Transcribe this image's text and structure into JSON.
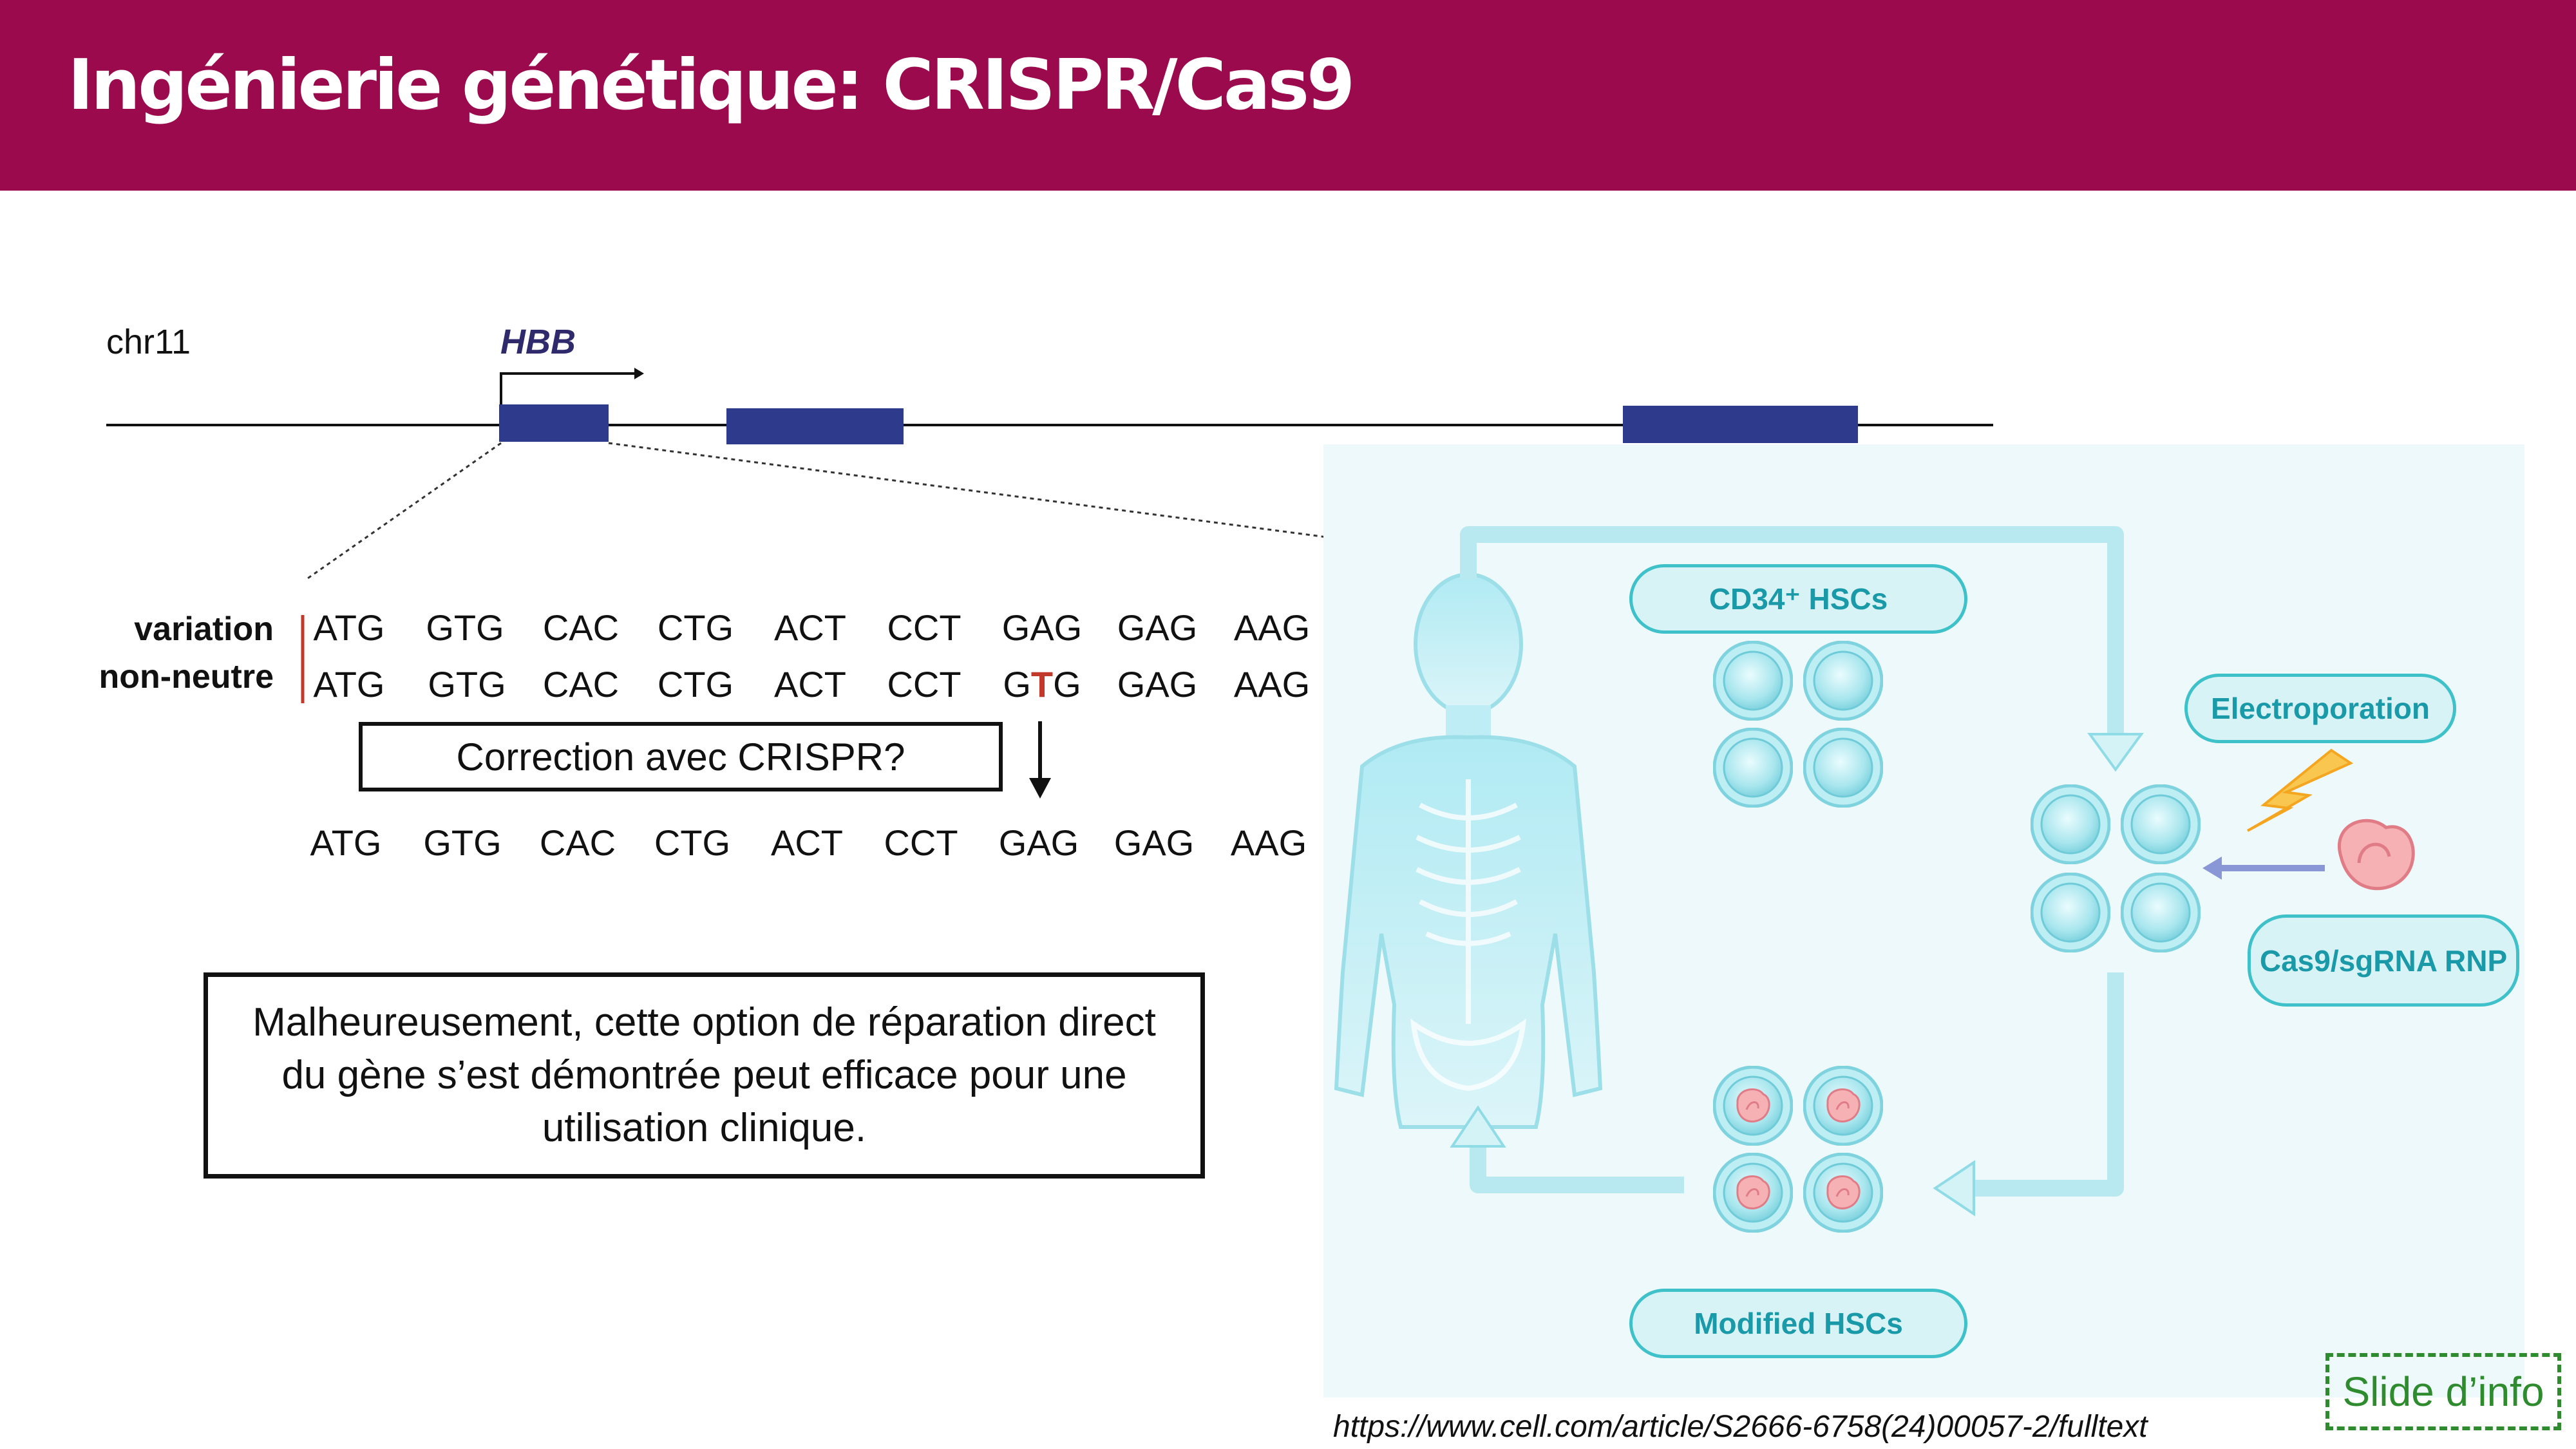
{
  "header": {
    "title": "Ingénierie génétique: CRISPR/Cas9"
  },
  "gene_map": {
    "chromosome": "chr11",
    "gene": "HBB"
  },
  "sequence": {
    "row_label": "variation non-neutre",
    "reference": [
      "ATG",
      "GTG",
      "CAC",
      "CTG",
      "ACT",
      "CCT",
      "GAG",
      "GAG",
      "AAG"
    ],
    "variant": [
      "ATG",
      "GTG",
      "CAC",
      "CTG",
      "ACT",
      "CCT",
      "GTG",
      "GAG",
      "AAG"
    ],
    "mutant_codon_parts": [
      "G",
      "T",
      "G"
    ],
    "corrected": [
      "ATG",
      "GTG",
      "CAC",
      "CTG",
      "ACT",
      "CCT",
      "GAG",
      "GAG",
      "AAG"
    ]
  },
  "correction_label": "Correction avec CRISPR?",
  "note": "Malheureusement, cette option de réparation direct du gène s’est démontrée peut efficace pour une utilisation clinique.",
  "diagram": {
    "cd34_label": "CD34⁺ HSCs",
    "electroporation_label": "Electroporation",
    "rnp_label": "Cas9/sgRNA RNP",
    "modified_label": "Modified HSCs"
  },
  "footer": {
    "slide_tag": "Slide d’info",
    "source_url": "https://www.cell.com/article/S2666-6758(24)00057-2/fulltext"
  },
  "colors": {
    "header_bg": "#9b0a4d",
    "exon": "#2e3a8c",
    "mutation": "#c0392b",
    "teal": "#3ec1c9",
    "tag_green": "#2e8b2e"
  }
}
